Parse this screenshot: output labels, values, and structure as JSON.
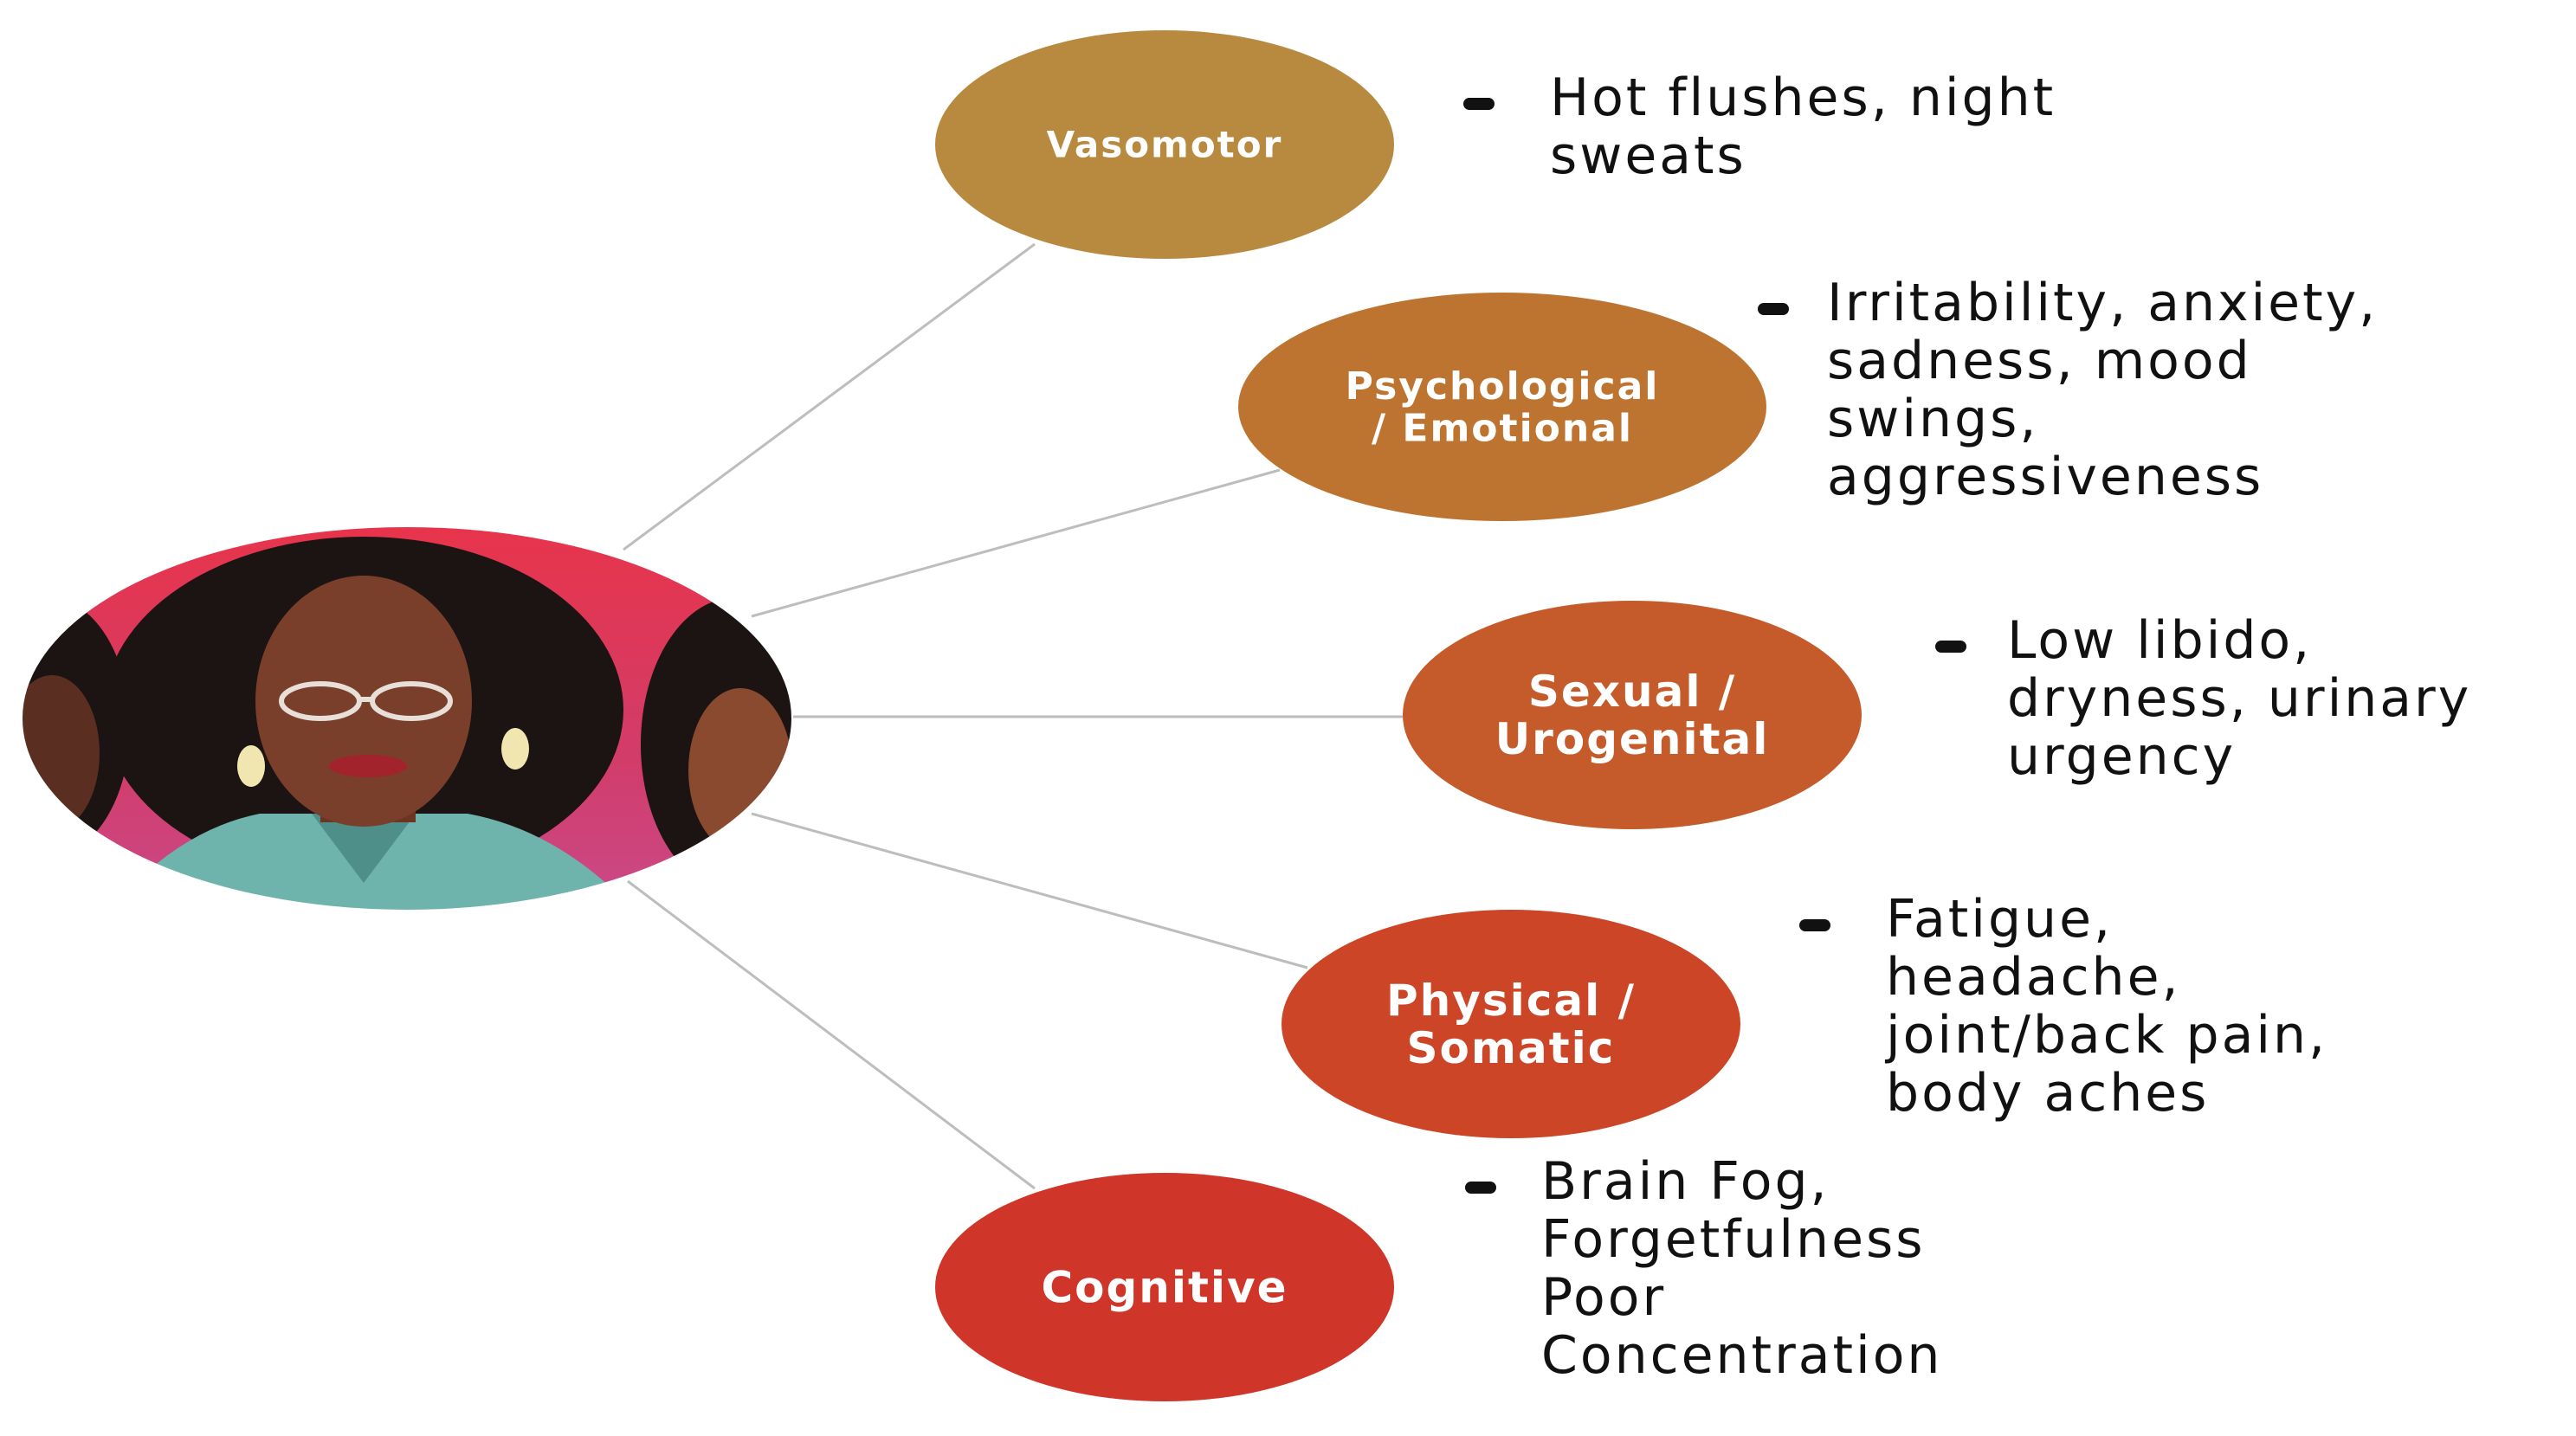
{
  "diagram": {
    "center": {
      "name": "central-portrait",
      "description_colors": {
        "sky_top": "#e8344a",
        "sky_bottom": "#c94a8a",
        "hair": "#1c1412",
        "skin": "#7a3f2a",
        "shirt": "#6fb3ad"
      }
    },
    "connector_color": "#bdbdbd",
    "categories": [
      {
        "id": "vasomotor",
        "label_lines": [
          "Vasomotor"
        ],
        "color": "#b88a40",
        "symptom_lines": [
          "Hot flushes, night",
          "sweats"
        ]
      },
      {
        "id": "psychological",
        "label_lines": [
          "Psychological",
          "/ Emotional"
        ],
        "color": "#bd7430",
        "symptom_lines": [
          "Irritability, anxiety,",
          "sadness, mood",
          "swings,",
          "aggressiveness"
        ]
      },
      {
        "id": "sexual",
        "label_lines": [
          "Sexual /",
          "Urogenital"
        ],
        "color": "#c55a2a",
        "symptom_lines": [
          "Low libido,",
          "dryness, urinary",
          "urgency"
        ]
      },
      {
        "id": "physical",
        "label_lines": [
          "Physical /",
          "Somatic"
        ],
        "color": "#cc4527",
        "symptom_lines": [
          "Fatigue,",
          "headache,",
          "joint/back pain,",
          "body aches"
        ]
      },
      {
        "id": "cognitive",
        "label_lines": [
          "Cognitive"
        ],
        "color": "#cf3528",
        "symptom_lines": [
          "Brain Fog,",
          "Forgetfulness",
          "Poor",
          "Concentration"
        ]
      }
    ]
  }
}
